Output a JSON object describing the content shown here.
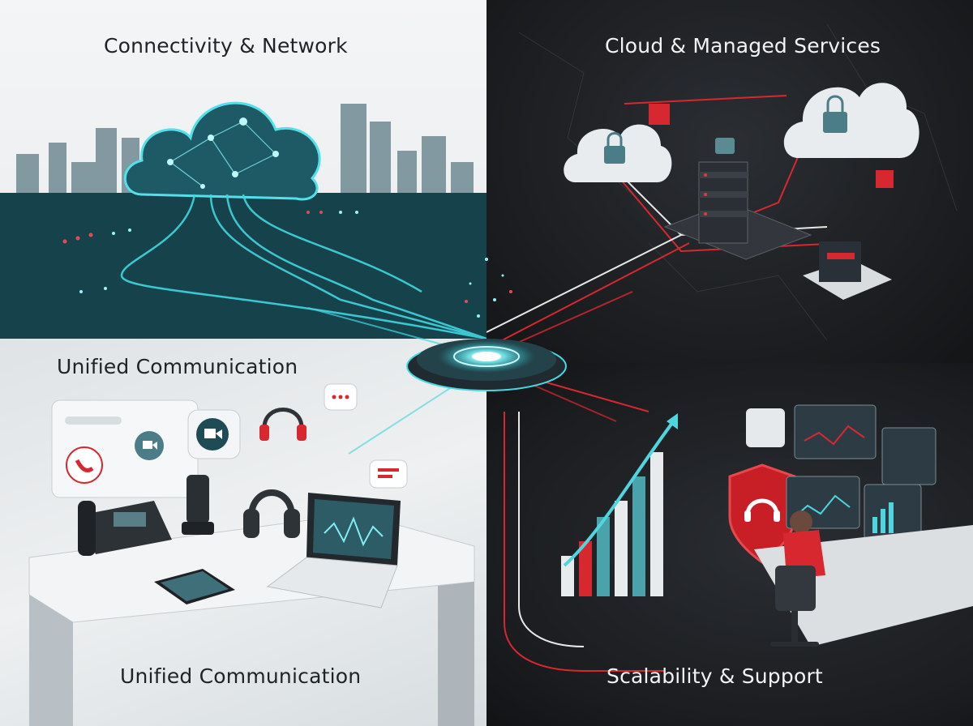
{
  "quadrants": {
    "top_left": {
      "title": "Connectivity & Network"
    },
    "top_right": {
      "title": "Cloud & Managed Services"
    },
    "middle_left": {
      "title": "Unified Communication"
    },
    "bottom_left": {
      "title": "Unified Communication"
    },
    "bottom_right": {
      "title": "Scalability & Support"
    }
  },
  "colors": {
    "accent_teal": "#3fd6e0",
    "accent_red": "#d8282f",
    "dark_bg": "#1b1d20",
    "light_bg": "#eef0f1"
  },
  "icons": [
    "cloud-network-icon",
    "city-skyline",
    "padlock-icon",
    "server-stack-icon",
    "phone-icon",
    "video-camera-icon",
    "headset-icon",
    "chat-bubble-icon",
    "desk-phone",
    "tablet",
    "laptop",
    "bar-chart-icon",
    "shield-headset-icon",
    "monitor-dashboard",
    "operator-figure",
    "central-hub"
  ]
}
